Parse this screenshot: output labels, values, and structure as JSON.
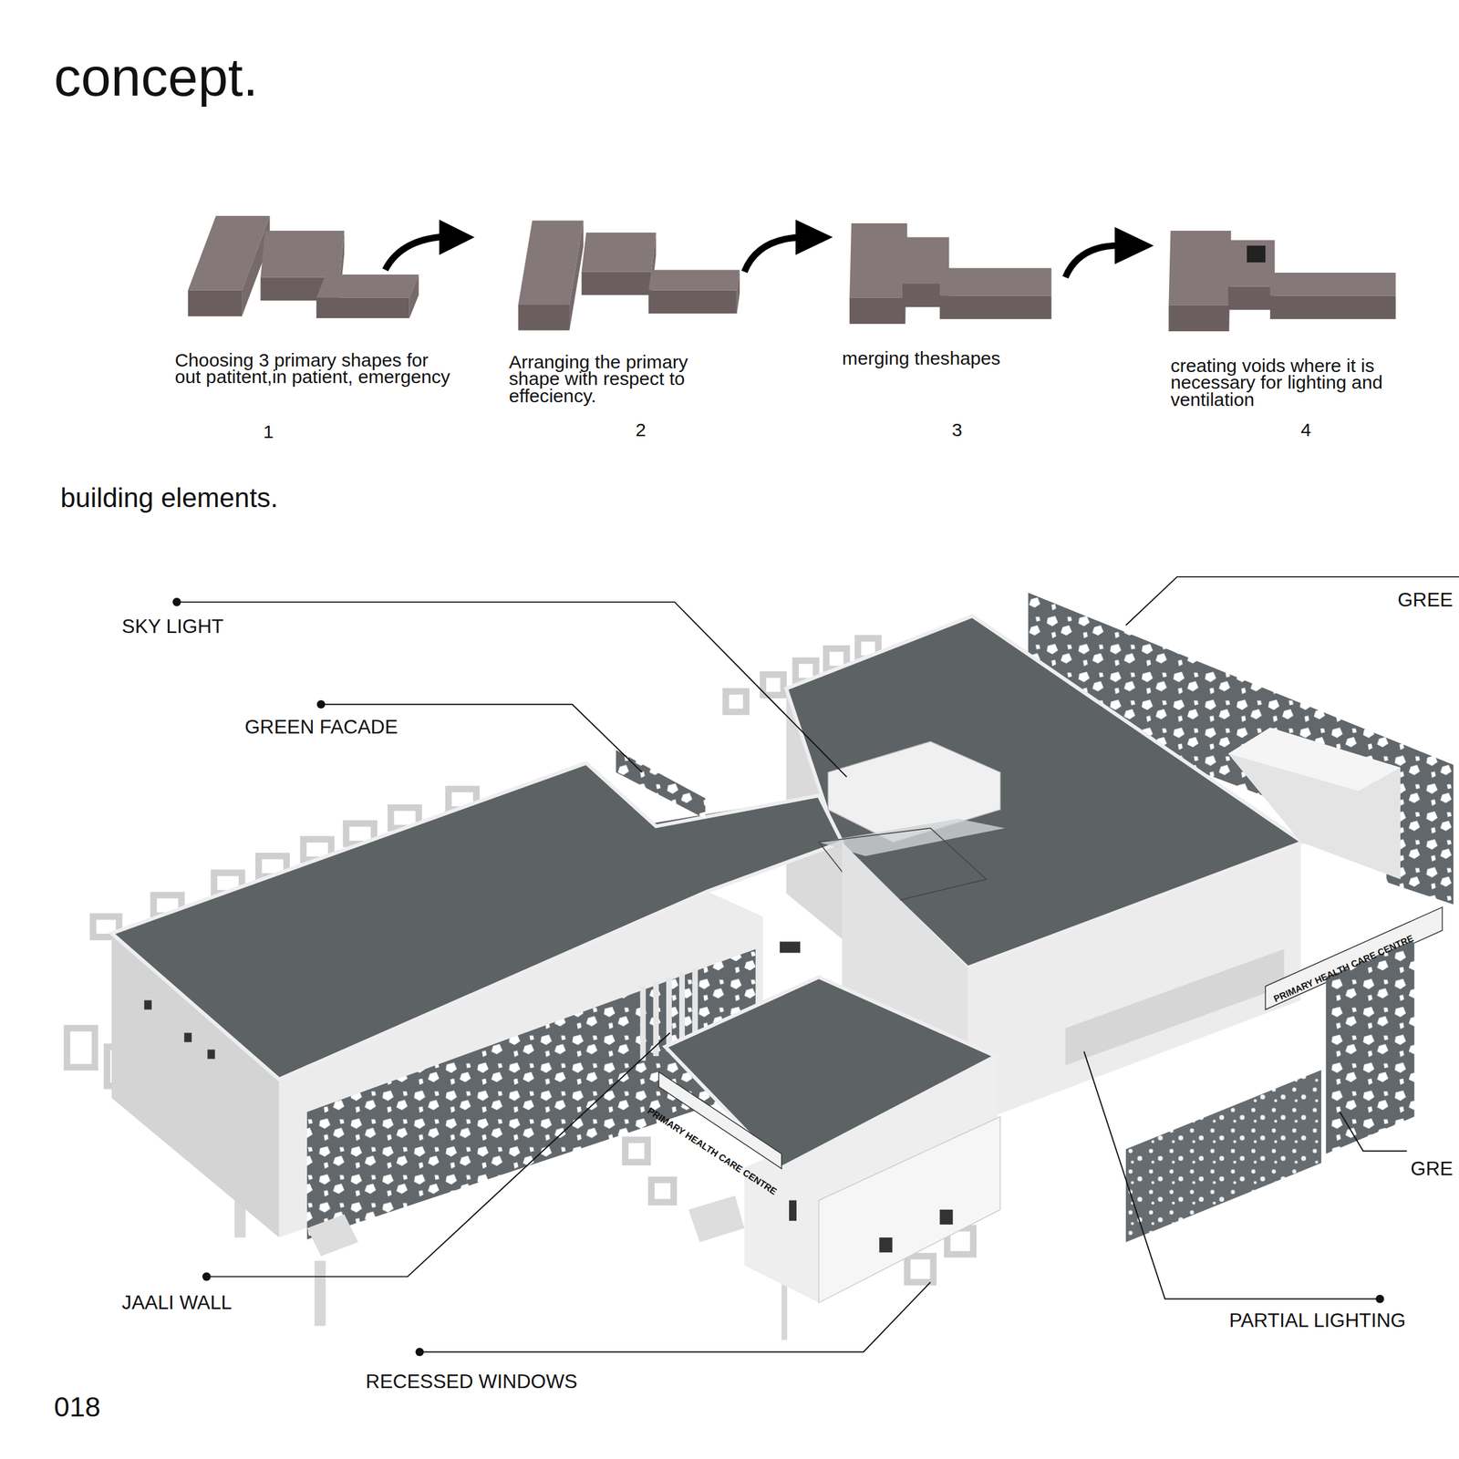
{
  "diagram": {
    "title": "concept.",
    "labels": [
      "building elements.",
      "Choosing 3 primary shapes for out patitent,in patient, emergency",
      "Arranging the primary shape with respect to effeciency.",
      "merging theshapes",
      "creating voids where it is necessary for lighting and ventilation",
      "1",
      "2",
      "3",
      "4",
      "SKY LIGHT",
      "GREEN FACADE",
      "GREE",
      "JAALI WALL",
      "RECESSED WINDOWS",
      "PARTIAL LIGHTING",
      "GRE",
      "PRIMARY HEALTH CARE CENTRE",
      "PRIMARY HEALTH CARE CENTRE",
      "018"
    ]
  }
}
